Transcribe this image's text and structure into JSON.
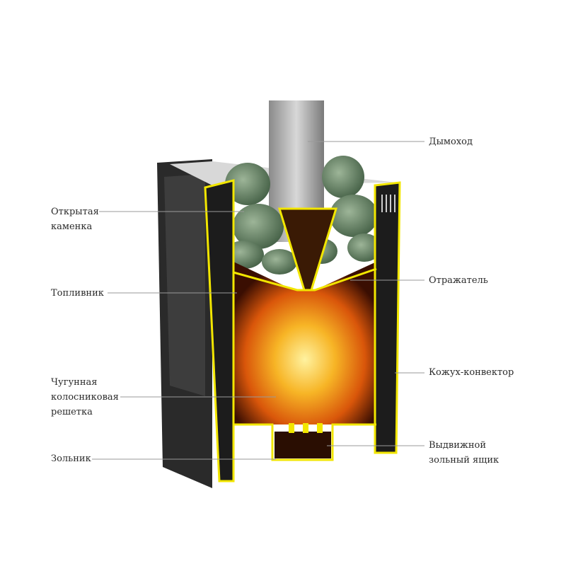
{
  "labels": {
    "chimney": "Дымоход",
    "open_heater_line1": "Открытая",
    "open_heater_line2": "каменка",
    "reflector": "Отражатель",
    "firebox": "Топливник",
    "convector_casing": "Кожух-конвектор",
    "grate_line1": "Чугунная",
    "grate_line2": "колосниковая",
    "grate_line3": "решетка",
    "ash_drawer_line1": "Выдвижной",
    "ash_drawer_line2": "зольный ящик",
    "ash_pit": "Зольник"
  },
  "colors": {
    "outline": "#f2e600",
    "steel": "#1c1c1c",
    "stone": "#6f8a6a",
    "fire": "#f08a10",
    "leader": "#9a9a9a"
  }
}
